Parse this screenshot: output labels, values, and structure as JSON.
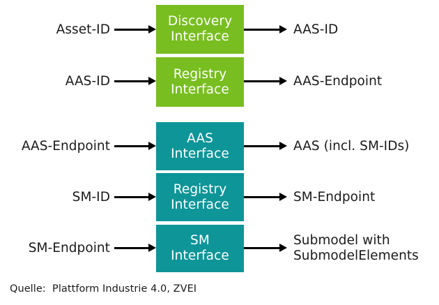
{
  "figure": {
    "caption": "Quelle:  Plattform Industrie 4.0, ZVEI",
    "colors": {
      "green": "#78be20",
      "teal": "#0e9598",
      "text": "#1a1a1a",
      "box_text": "#ffffff",
      "arrow": "#000000",
      "background": "#ffffff"
    }
  },
  "rows": [
    {
      "id": "discovery",
      "input": "Asset-ID",
      "box": {
        "line1": "Discovery",
        "line2": "Interface",
        "color": "#78be20"
      },
      "output_lines": [
        "AAS-ID"
      ]
    },
    {
      "id": "aas-registry",
      "input": "AAS-ID",
      "box": {
        "line1": "Registry",
        "line2": "Interface",
        "color": "#78be20"
      },
      "output_lines": [
        "AAS-Endpoint"
      ]
    },
    {
      "id": "aas",
      "input": "AAS-Endpoint",
      "box": {
        "line1": "AAS",
        "line2": "Interface",
        "color": "#0e9598"
      },
      "output_lines": [
        "AAS (incl. SM-IDs)"
      ]
    },
    {
      "id": "sm-registry",
      "input": "SM-ID",
      "box": {
        "line1": "Registry",
        "line2": "Interface",
        "color": "#0e9598"
      },
      "output_lines": [
        "SM-Endpoint"
      ]
    },
    {
      "id": "sm",
      "input": "SM-Endpoint",
      "box": {
        "line1": "SM",
        "line2": "Interface",
        "color": "#0e9598"
      },
      "output_lines": [
        "Submodel with",
        "SubmodelElements"
      ]
    }
  ]
}
